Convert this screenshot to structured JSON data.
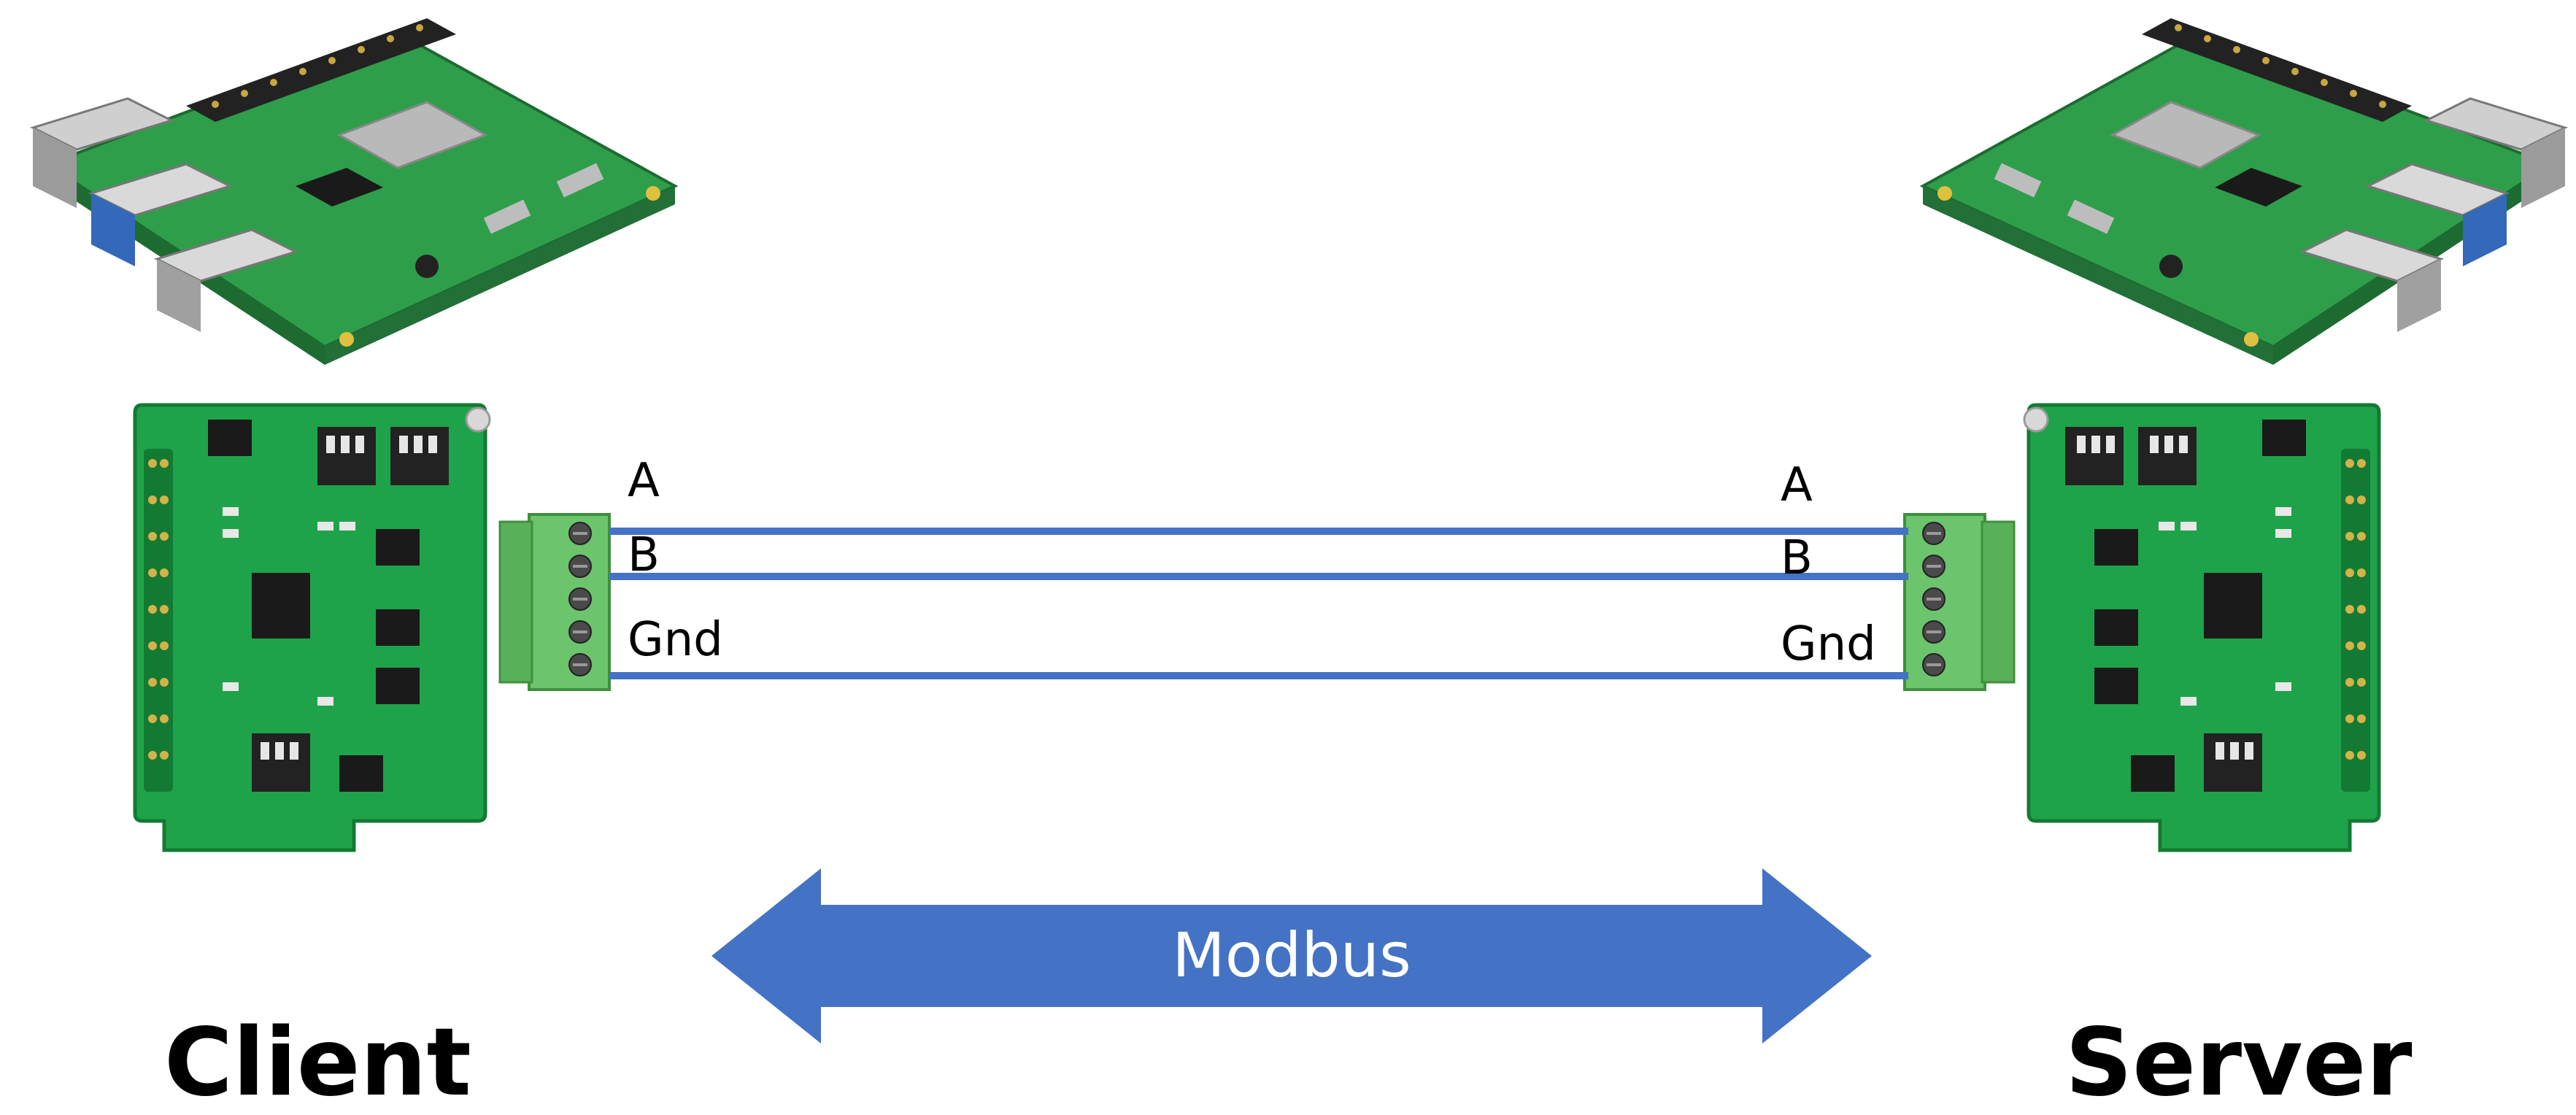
{
  "title": "",
  "left_node": {
    "role": "Client"
  },
  "right_node": {
    "role": "Server"
  },
  "wires": [
    {
      "left_label": "A",
      "right_label": "A"
    },
    {
      "left_label": "B",
      "right_label": "B"
    },
    {
      "left_label": "Gnd",
      "right_label": "Gnd"
    }
  ],
  "bus": {
    "label": "Modbus"
  },
  "colors": {
    "wire": "#4472C4",
    "arrow": "#4472C4",
    "pcb": "#1FA34A",
    "pcb_dark": "#137A33",
    "terminal": "#6CC46C",
    "pi_board": "#2E9E4A"
  },
  "icons": [
    "raspberry-pi-board",
    "rs485-hat-board",
    "screw-terminal",
    "double-arrow"
  ]
}
